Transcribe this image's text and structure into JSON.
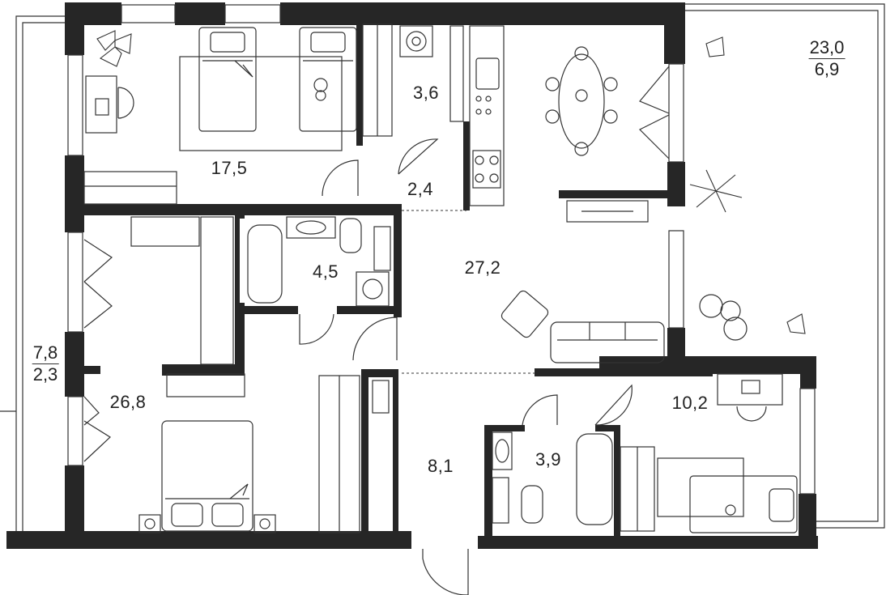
{
  "rooms": {
    "bedroom_top": "17,5",
    "wardrobe_top": "3,6",
    "hall_small": "2,4",
    "bathroom_1": "4,5",
    "living": "27,2",
    "master_bedroom": "26,8",
    "corridor": "8,1",
    "bathroom_2": "3,9",
    "kids_room": "10,2"
  },
  "terrace_east": {
    "total": "23,0",
    "reduced": "6,9"
  },
  "balcony_west": {
    "total": "7,8",
    "reduced": "2,3"
  },
  "colors": {
    "wall": "#262626",
    "line": "#333333",
    "background": "#ffffff"
  }
}
